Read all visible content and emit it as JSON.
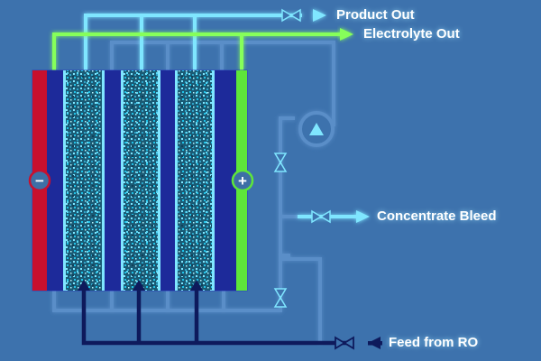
{
  "labels": {
    "product_out": "Product Out",
    "electrolyte_out": "Electrolyte Out",
    "concentrate_bleed": "Concentrate Bleed",
    "feed_from_ro": "Feed from RO"
  },
  "electrodes": {
    "negative_symbol": "−",
    "positive_symbol": "+"
  },
  "colors": {
    "background": "#3d72ad",
    "product_line": "#7fe6ff",
    "electrolyte_line": "#86ff5a",
    "concentrate_line": "#5a8ec8",
    "feed_line": "#0e1a5c",
    "cathode": "#c8102e",
    "anode": "#5ee63a",
    "membrane": "#1d2a9a",
    "resin_bed": "#1a5a74"
  }
}
